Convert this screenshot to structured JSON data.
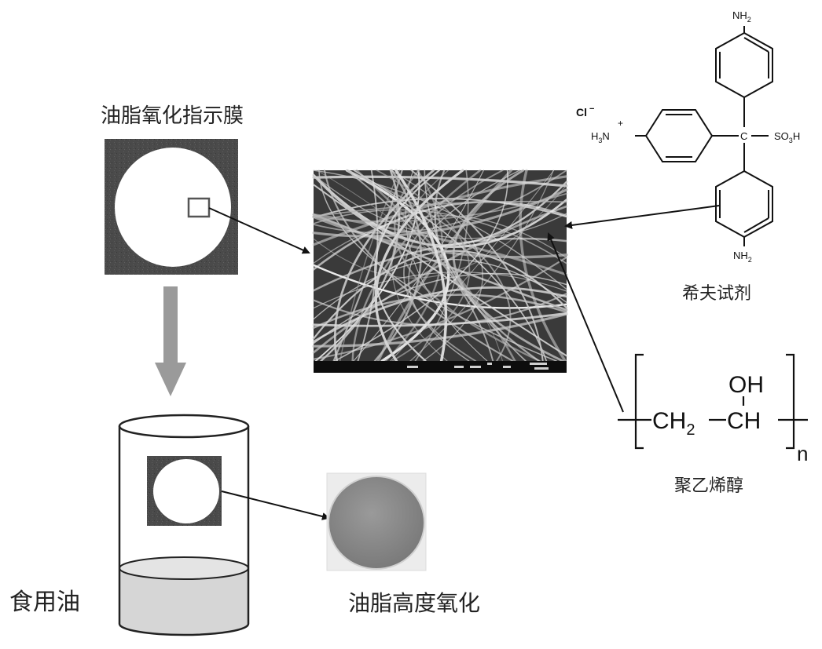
{
  "labels": {
    "indicator_film": "油脂氧化指示膜",
    "schiff_reagent": "希夫试剂",
    "pva": "聚乙烯醇",
    "edible_oil": "食用油",
    "highly_oxidized": "油脂高度氧化"
  },
  "schiff_structure": {
    "nh2_top": "NH",
    "nh2_top_sub": "2",
    "cl": "Cl",
    "cl_charge": "−",
    "h3n": "H",
    "h3n_sub": "3",
    "h3n_n": "N",
    "h3n_charge": "+",
    "center_c": "C",
    "so3h": "SO",
    "so3h_sub": "3",
    "so3h_h": "H",
    "nh2_bottom": "NH",
    "nh2_bottom_sub": "2"
  },
  "pva_structure": {
    "oh": "OH",
    "ch2": "CH",
    "ch2_sub": "2",
    "ch": "CH",
    "n": "n"
  },
  "colors": {
    "film_dark": "#4a4a4a",
    "sem_bg": "#3a3a3a",
    "gray_arrow": "#9a9a9a",
    "oil": "#d6d6d6",
    "oxidized_disc": "#8a8a8a"
  }
}
